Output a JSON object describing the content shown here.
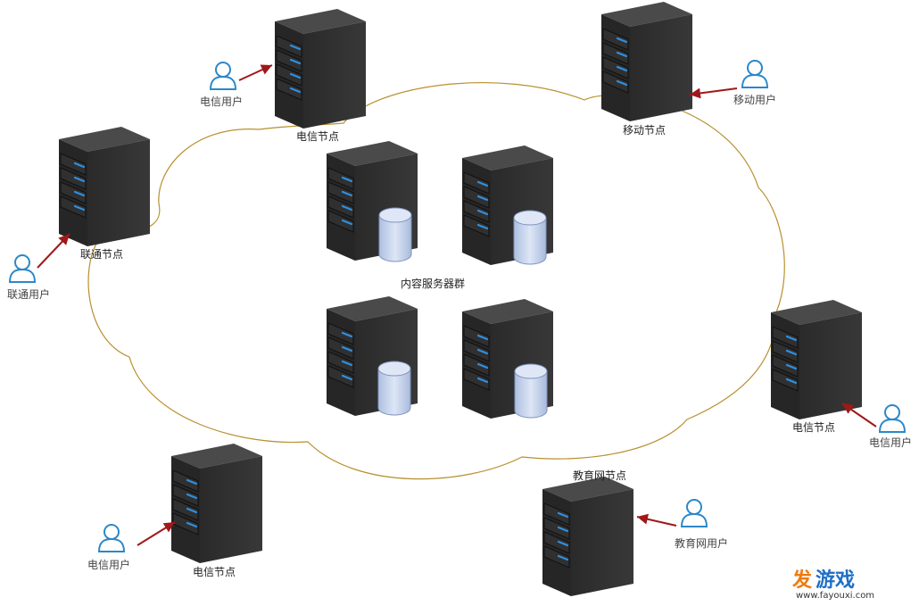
{
  "colors": {
    "cloud_stroke": "#b8902e",
    "arrow": "#a01818",
    "server_front": "#2b2b2b",
    "server_side": "#3b3b3b",
    "server_top": "#4a4a4a",
    "led": "#2f8fe0",
    "database": "#c6d4ee",
    "user_outline": "#2b88c8",
    "watermark_orange": "#f07a10",
    "watermark_blue": "#1f6fc6"
  },
  "icons": {
    "server": "server-icon",
    "database": "database-icon",
    "user": "user-icon",
    "arrow": "arrow-icon"
  },
  "cloud": {
    "center_label": "内容服务器群"
  },
  "nodes": [
    {
      "id": "telecom-top",
      "label": "电信节点"
    },
    {
      "id": "mobile",
      "label": "移动节点"
    },
    {
      "id": "unicom",
      "label": "联通节点"
    },
    {
      "id": "telecom-right",
      "label": "电信节点"
    },
    {
      "id": "education",
      "label": "教育网节点"
    },
    {
      "id": "telecom-bottom",
      "label": "电信节点"
    }
  ],
  "users": [
    {
      "id": "telecom-top-user",
      "label": "电信用户"
    },
    {
      "id": "mobile-user",
      "label": "移动用户"
    },
    {
      "id": "unicom-user",
      "label": "联通用户"
    },
    {
      "id": "telecom-right-user",
      "label": "电信用户"
    },
    {
      "id": "education-user",
      "label": "教育网用户"
    },
    {
      "id": "telecom-bottom-user",
      "label": "电信用户"
    }
  ],
  "watermark": {
    "char1": "发",
    "char2": "游戏",
    "url": "www.fayouxi.com"
  }
}
